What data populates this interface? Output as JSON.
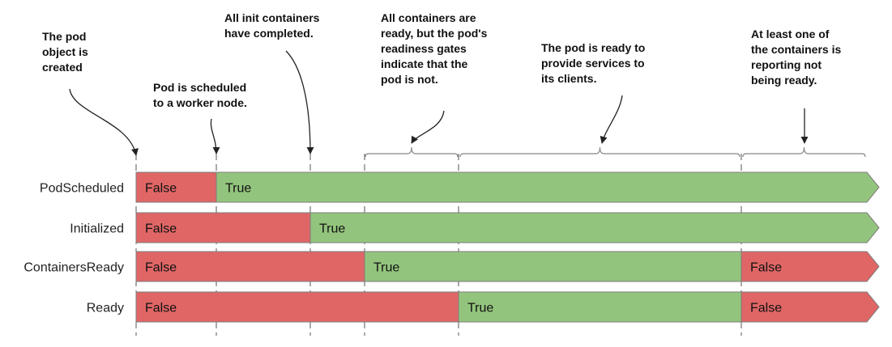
{
  "annotations": [
    {
      "id": "pod-created",
      "lines": [
        "The pod",
        "object is",
        "created"
      ]
    },
    {
      "id": "pod-scheduled",
      "lines": [
        "Pod is scheduled",
        "to a worker node."
      ]
    },
    {
      "id": "init-completed",
      "lines": [
        "All init containers",
        "have completed."
      ]
    },
    {
      "id": "readiness-gates",
      "lines": [
        "All containers are",
        "ready, but the pod's",
        "readiness gates",
        "indicate that the",
        "pod is not."
      ]
    },
    {
      "id": "pod-ready",
      "lines": [
        "The pod is ready to",
        "provide services to",
        "its clients."
      ]
    },
    {
      "id": "container-not-ready",
      "lines": [
        "At least one of",
        "the containers is",
        "reporting not",
        "being ready."
      ]
    }
  ],
  "rows": [
    {
      "name": "PodScheduled",
      "segments": [
        {
          "value": "False",
          "start": 0,
          "end": 1
        },
        {
          "value": "True",
          "start": 1,
          "end": 6
        }
      ]
    },
    {
      "name": "Initialized",
      "segments": [
        {
          "value": "False",
          "start": 0,
          "end": 2
        },
        {
          "value": "True",
          "start": 2,
          "end": 6
        }
      ]
    },
    {
      "name": "ContainersReady",
      "segments": [
        {
          "value": "False",
          "start": 0,
          "end": 3
        },
        {
          "value": "True",
          "start": 3,
          "end": 5
        },
        {
          "value": "False",
          "start": 5,
          "end": 6
        }
      ]
    },
    {
      "name": "Ready",
      "segments": [
        {
          "value": "False",
          "start": 0,
          "end": 4
        },
        {
          "value": "True",
          "start": 4,
          "end": 5
        },
        {
          "value": "False",
          "start": 5,
          "end": 6
        }
      ]
    }
  ],
  "colors": {
    "false": "#e06666",
    "true": "#93c47d"
  }
}
